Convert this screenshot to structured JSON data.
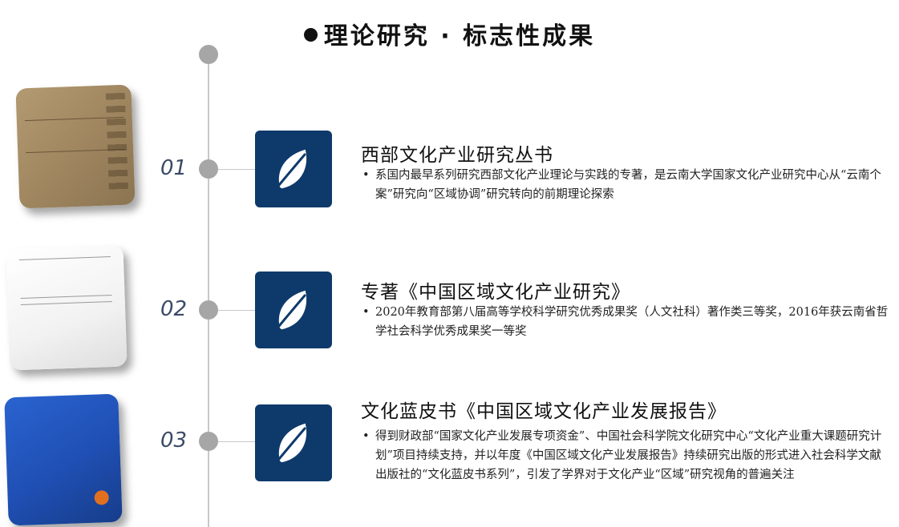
{
  "header": {
    "title": "理论研究 · 标志性成果"
  },
  "colors": {
    "icon_bg": "#0e3a6b",
    "timeline": "#c8c8c8",
    "node": "#a6a6a6",
    "number": "#3a4a66"
  },
  "book_covers": [
    {
      "alt": "book-cover-1"
    },
    {
      "alt": "book-cover-2"
    },
    {
      "alt": "book-cover-3"
    }
  ],
  "items": [
    {
      "number": "01",
      "icon": "leaf-icon",
      "title": "西部文化产业研究丛书",
      "bullet": "•",
      "description": "系国内最早系列研究西部文化产业理论与实践的专著，是云南大学国家文化产业研究中心从“云南个案”研究向“区域协调”研究转向的前期理论探索"
    },
    {
      "number": "02",
      "icon": "leaf-icon",
      "title": "专著《中国区域文化产业研究》",
      "bullet": "•",
      "description": "2020年教育部第八届高等学校科学研究优秀成果奖（人文社科）著作类三等奖，2016年获云南省哲学社会科学优秀成果奖一等奖"
    },
    {
      "number": "03",
      "icon": "leaf-icon",
      "title": "文化蓝皮书《中国区域文化产业发展报告》",
      "bullet": "•",
      "description": "得到财政部“国家文化产业发展专项资金”、中国社会科学院文化研究中心“文化产业重大课题研究计划”项目持续支持，并以年度《中国区域文化产业发展报告》持续研究出版的形式进入社会科学文献出版社的“文化蓝皮书系列”，引发了学界对于文化产业“区域”研究视角的普遍关注"
    }
  ]
}
